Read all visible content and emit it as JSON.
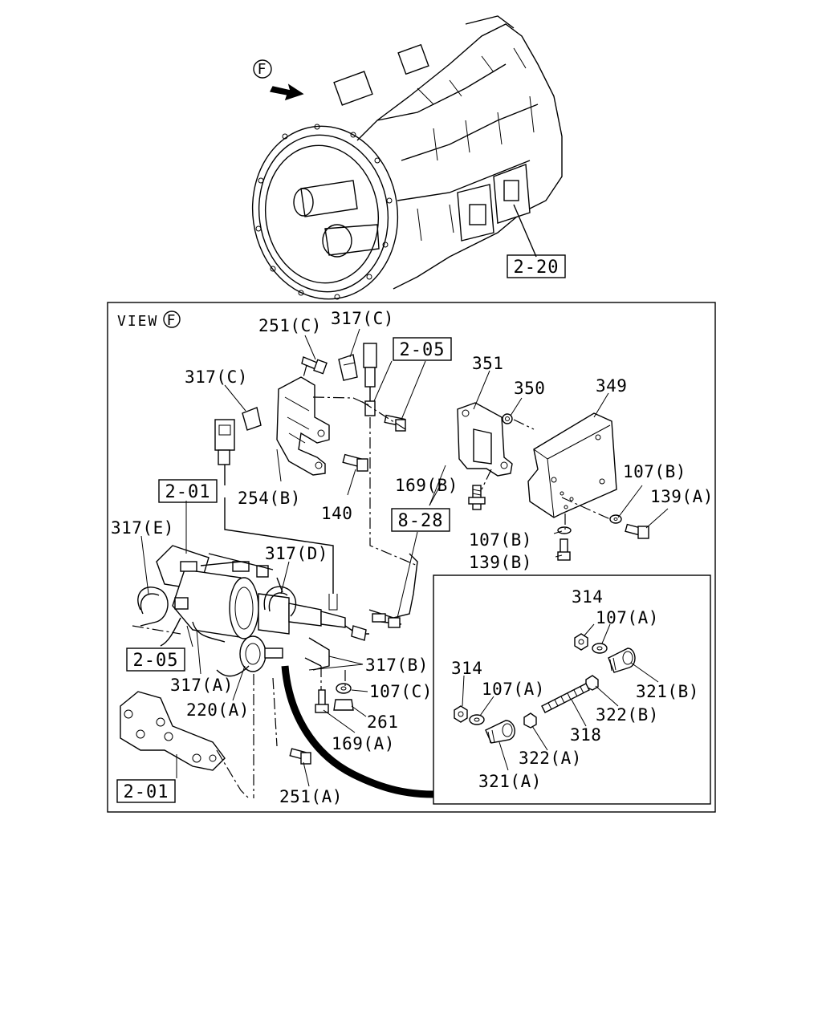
{
  "top": {
    "view_marker": "F",
    "ref_2_20": "2-20"
  },
  "view": {
    "title": "VIEW",
    "marker": "F"
  },
  "labels": {
    "l_251C": "251(C)",
    "l_317C_top": "317(C)",
    "l_317C_left": "317(C)",
    "l_351": "351",
    "l_350": "350",
    "l_349": "349",
    "l_254B": "254(B)",
    "l_140": "140",
    "l_169B": "169(B)",
    "l_107B_right": "107(B)",
    "l_139A": "139(A)",
    "l_107B_mid": "107(B)",
    "l_139B": "139(B)",
    "l_317E": "317(E)",
    "l_317D": "317(D)",
    "l_317B": "317(B)",
    "l_107C": "107(C)",
    "l_261": "261",
    "l_169A": "169(A)",
    "l_317A": "317(A)",
    "l_220A": "220(A)",
    "l_251A": "251(A)",
    "l_314_top": "314",
    "l_107A_top": "107(A)",
    "l_314_left": "314",
    "l_107A_left": "107(A)",
    "l_321B": "321(B)",
    "l_322B": "322(B)",
    "l_318": "318",
    "l_322A": "322(A)",
    "l_321A": "321(A)"
  },
  "refs": {
    "r_2_05_top": "2-05",
    "r_2_01_top": "2-01",
    "r_8_28": "8-28",
    "r_2_05_left": "2-05",
    "r_2_01_bottom": "2-01"
  }
}
